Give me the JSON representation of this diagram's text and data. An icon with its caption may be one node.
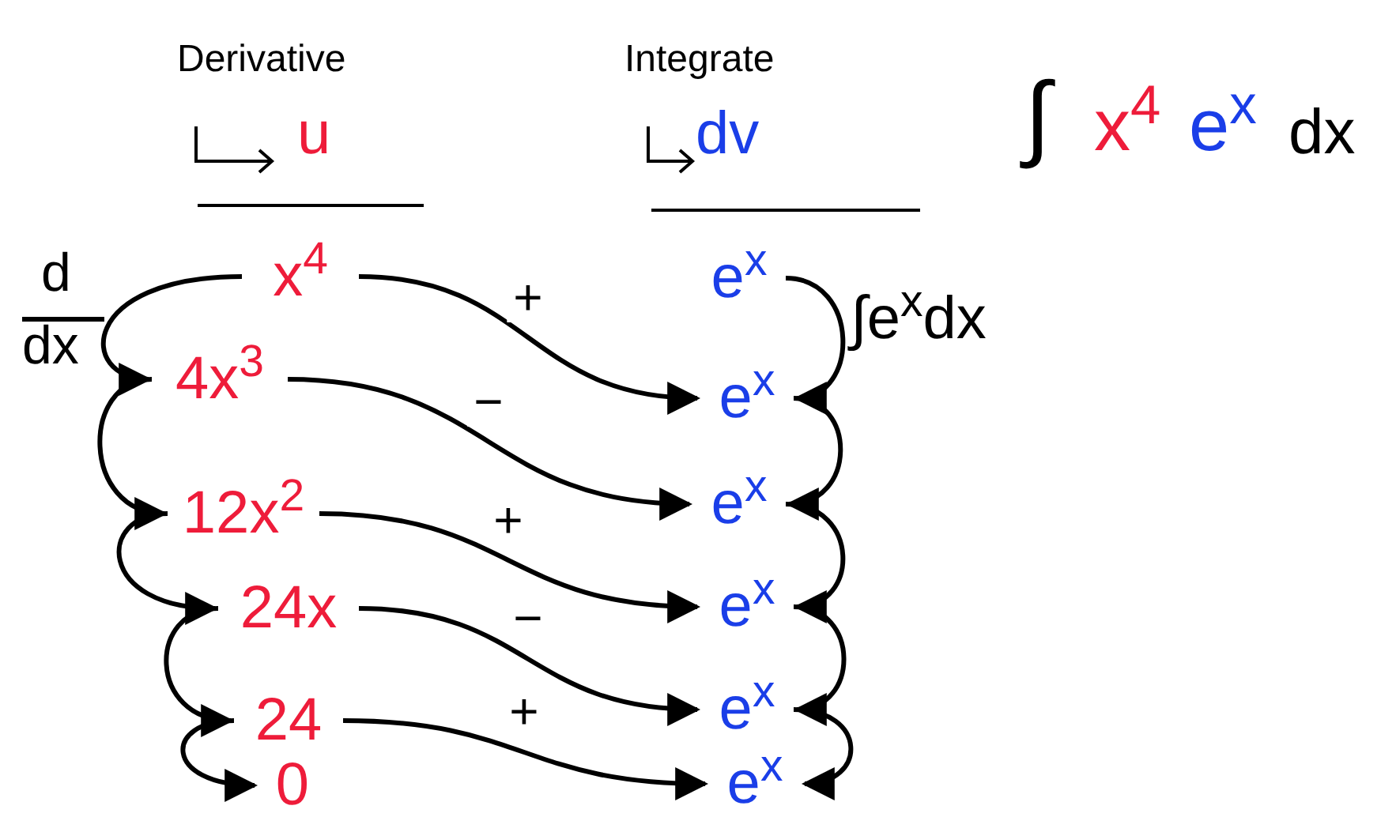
{
  "diagram": {
    "nodes": [
      {
        "text": [
          "x$^{4}$"
        ]
      },
      {
        "text": [
          "4x$^{3}$"
        ]
      },
      {
        "text": [
          "12x$^{2}$"
        ]
      },
      {
        "text": [
          "24x"
        ]
      },
      {
        "text": [
          "24"
        ]
      },
      {
        "text": [
          "0"
        ]
      },
      {
        "text": [
          "e$^{x}$"
        ]
      },
      {
        "text": [
          "e$^{x}$"
        ]
      },
      {
        "text": [
          "e$^{x}$"
        ]
      },
      {
        "text": [
          "e$^{x}$"
        ]
      },
      {
        "text": [
          "e$^{x}$"
        ]
      },
      {
        "text": [
          "e$^{x}$"
        ]
      }
    ],
    "edges": [
      {
        "from": 0,
        "to": 7,
        "arrow": "to",
        "label": "+"
      },
      {
        "from": 1,
        "to": 8,
        "arrow": "to",
        "label": "−"
      },
      {
        "from": 2,
        "to": 9,
        "arrow": "to",
        "label": "+"
      },
      {
        "from": 3,
        "to": 10,
        "arrow": "to",
        "label": "−"
      },
      {
        "from": 4,
        "to": 11,
        "arrow": "to",
        "label": "+"
      },
      {
        "from": 0,
        "to": 1,
        "arrow": "to"
      },
      {
        "from": 1,
        "to": 2,
        "arrow": "to"
      },
      {
        "from": 2,
        "to": 3,
        "arrow": "to"
      },
      {
        "from": 3,
        "to": 4,
        "arrow": "to"
      },
      {
        "from": 4,
        "to": 5,
        "arrow": "to"
      },
      {
        "from": 6,
        "to": 7,
        "arrow": "to"
      },
      {
        "from": 7,
        "to": 8,
        "arrow": "to"
      },
      {
        "from": 8,
        "to": 9,
        "arrow": "to"
      },
      {
        "from": 9,
        "to": 10,
        "arrow": "to"
      },
      {
        "from": 10,
        "to": 11,
        "arrow": "to"
      }
    ],
    "labels": [
      "Derivative",
      "u",
      "Integrate",
      "dv",
      "∫",
      "x$^{4}$",
      "e$^{x}$",
      "dx",
      "d",
      "dx",
      "∫e$^{x}$dx"
    ]
  }
}
